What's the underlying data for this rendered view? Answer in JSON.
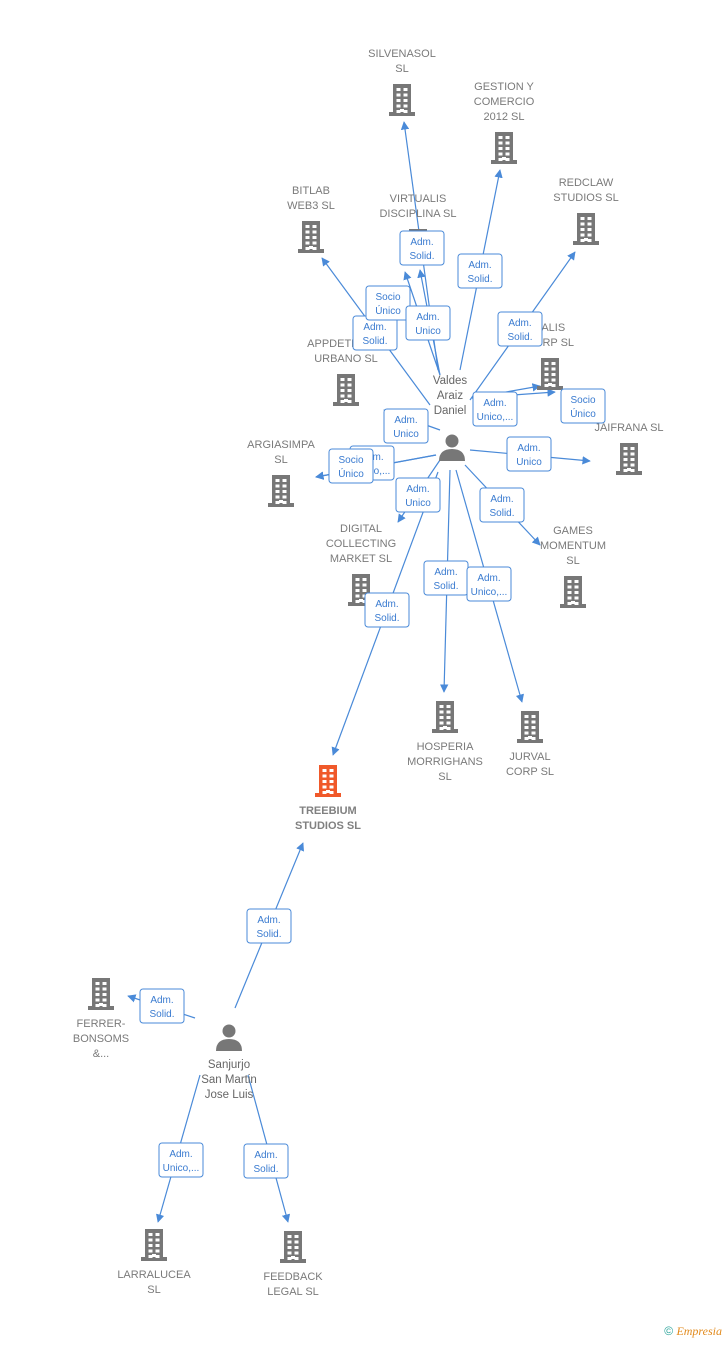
{
  "companies": [
    {
      "id": "silvenasol",
      "lines": [
        "SILVENASOL",
        "SL"
      ]
    },
    {
      "id": "gestion",
      "lines": [
        "GESTION Y",
        "COMERCIO",
        "2012 SL"
      ]
    },
    {
      "id": "bitlab",
      "lines": [
        "BITLAB",
        "WEB3  SL"
      ]
    },
    {
      "id": "virtualis",
      "lines": [
        "VIRTUALIS",
        "DISCIPLINA  SL"
      ]
    },
    {
      "id": "redclaw",
      "lines": [
        "REDCLAW",
        "STUDIOS  SL"
      ]
    },
    {
      "id": "appdetran",
      "lines": [
        "APPDETRAN      E",
        "URBANO  SL"
      ]
    },
    {
      "id": "valis",
      "lines": [
        "VALIS",
        "CORP  SL"
      ]
    },
    {
      "id": "jaifrana",
      "lines": [
        "JAIFRANA  SL"
      ]
    },
    {
      "id": "argiasimpa",
      "lines": [
        "ARGIASIMPA",
        "SL"
      ]
    },
    {
      "id": "games",
      "lines": [
        "GAMES",
        "MOMENTUM",
        "SL"
      ]
    },
    {
      "id": "digital",
      "lines": [
        "DIGITAL",
        "COLLECTING",
        "MARKET  SL"
      ]
    },
    {
      "id": "hosperia",
      "lines": [
        "HOSPERIA",
        "MORRIGHANS",
        "SL"
      ]
    },
    {
      "id": "jurval",
      "lines": [
        "JURVAL",
        "CORP  SL"
      ]
    },
    {
      "id": "treebium",
      "lines": [
        "TREEBIUM",
        "STUDIOS  SL"
      ],
      "focus": true
    },
    {
      "id": "ferrer",
      "lines": [
        "FERRER-",
        "BONSOMS",
        "&..."
      ]
    },
    {
      "id": "larralucea",
      "lines": [
        "LARRALUCEA",
        "SL"
      ]
    },
    {
      "id": "feedback",
      "lines": [
        "FEEDBACK",
        "LEGAL  SL"
      ]
    }
  ],
  "persons": [
    {
      "id": "valdes",
      "lines": [
        "Valdes",
        "Araiz",
        "Daniel"
      ]
    },
    {
      "id": "sanjurjo",
      "lines": [
        "Sanjurjo",
        "San Martin",
        "Jose Luis"
      ]
    }
  ],
  "relations": [
    {
      "from": "valdes",
      "to": "silvenasol",
      "lines": [
        "Adm.",
        "Solid."
      ]
    },
    {
      "from": "valdes",
      "to": "gestion",
      "lines": [
        "Adm.",
        "Solid."
      ]
    },
    {
      "from": "valdes",
      "to": "bitlab",
      "lines": [
        "Adm.",
        "Solid."
      ]
    },
    {
      "from": "valdes",
      "to": "virtualis",
      "lines": [
        "Socio",
        "Único"
      ]
    },
    {
      "from": "valdes",
      "to": "virtualis",
      "lines": [
        "Adm.",
        "Unico"
      ]
    },
    {
      "from": "valdes",
      "to": "redclaw",
      "lines": [
        "Adm.",
        "Solid."
      ]
    },
    {
      "from": "valdes",
      "to": "valis",
      "lines": [
        "Adm.",
        "Unico,..."
      ]
    },
    {
      "from": "valdes",
      "to": "valis",
      "lines": [
        "Socio",
        "Único"
      ]
    },
    {
      "from": "valdes",
      "to": "appdetran",
      "lines": [
        "Adm.",
        "Unico"
      ]
    },
    {
      "from": "valdes",
      "to": "jaifrana",
      "lines": [
        "Adm.",
        "Unico"
      ]
    },
    {
      "from": "valdes",
      "to": "argiasimpa",
      "lines": [
        "Adm.",
        "Unico,..."
      ]
    },
    {
      "from": "valdes",
      "to": "argiasimpa",
      "lines": [
        "Socio",
        "Único"
      ]
    },
    {
      "from": "valdes",
      "to": "digital",
      "lines": [
        "Adm.",
        "Unico"
      ]
    },
    {
      "from": "valdes",
      "to": "games",
      "lines": [
        "Adm.",
        "Solid."
      ]
    },
    {
      "from": "valdes",
      "to": "hosperia",
      "lines": [
        "Adm.",
        "Solid."
      ]
    },
    {
      "from": "valdes",
      "to": "jurval",
      "lines": [
        "Adm.",
        "Unico,..."
      ]
    },
    {
      "from": "valdes",
      "to": "treebium",
      "lines": [
        "Adm.",
        "Solid."
      ]
    },
    {
      "from": "sanjurjo",
      "to": "treebium",
      "lines": [
        "Adm.",
        "Solid."
      ]
    },
    {
      "from": "sanjurjo",
      "to": "ferrer",
      "lines": [
        "Adm.",
        "Solid."
      ]
    },
    {
      "from": "sanjurjo",
      "to": "larralucea",
      "lines": [
        "Adm.",
        "Unico,..."
      ]
    },
    {
      "from": "sanjurjo",
      "to": "feedback",
      "lines": [
        "Adm.",
        "Solid."
      ]
    }
  ],
  "colors": {
    "building": "#777777",
    "focus_building": "#f0592a",
    "edge": "#4a8ad8",
    "person": "#777777"
  },
  "footer": {
    "copyright": "©",
    "brand": "Empresia"
  }
}
